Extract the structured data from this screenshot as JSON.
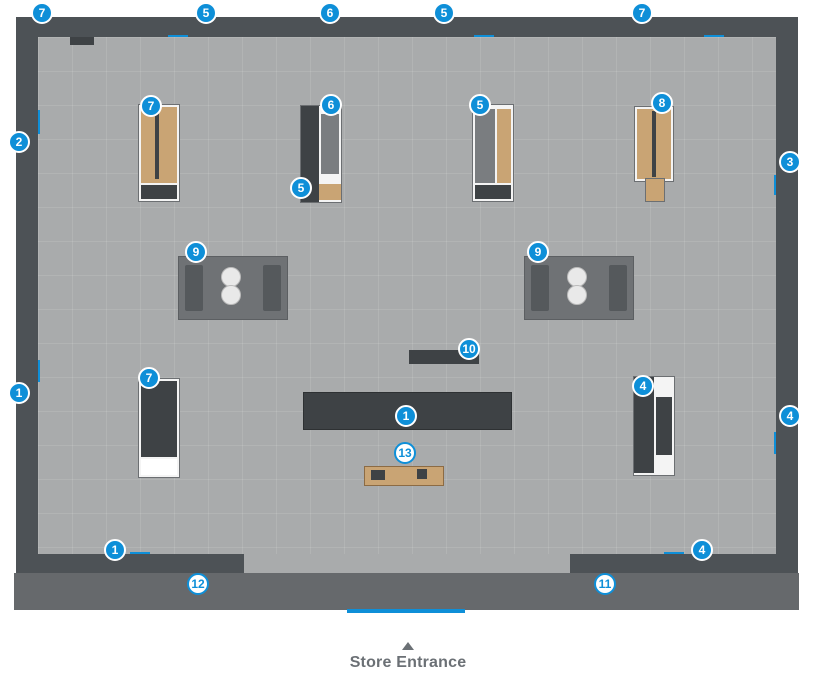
{
  "markers": {
    "top_left_7": "7",
    "top_5_a": "5",
    "top_6": "6",
    "top_5_b": "5",
    "top_7_right": "7",
    "left_2": "2",
    "left_1": "1",
    "right_3": "3",
    "right_4": "4",
    "bottom_left_1": "1",
    "bottom_right_4": "4",
    "entry_12": "12",
    "entry_11": "11",
    "fixture_7_top": "7",
    "fixture_6_top": "6",
    "fixture_5_top": "5",
    "fixture_5_inner": "5",
    "fixture_8": "8",
    "lounge_9_left": "9",
    "lounge_9_right": "9",
    "counter_10": "10",
    "fixture_7_bottom": "7",
    "counter_1": "1",
    "fixture_4": "4",
    "table_13": "13"
  },
  "entrance": {
    "label": "Store Entrance",
    "arrow": "triangle-up-icon"
  },
  "colors": {
    "accent": "#0e8fd8",
    "wall": "#4d5256",
    "floor": "#a9abac"
  }
}
